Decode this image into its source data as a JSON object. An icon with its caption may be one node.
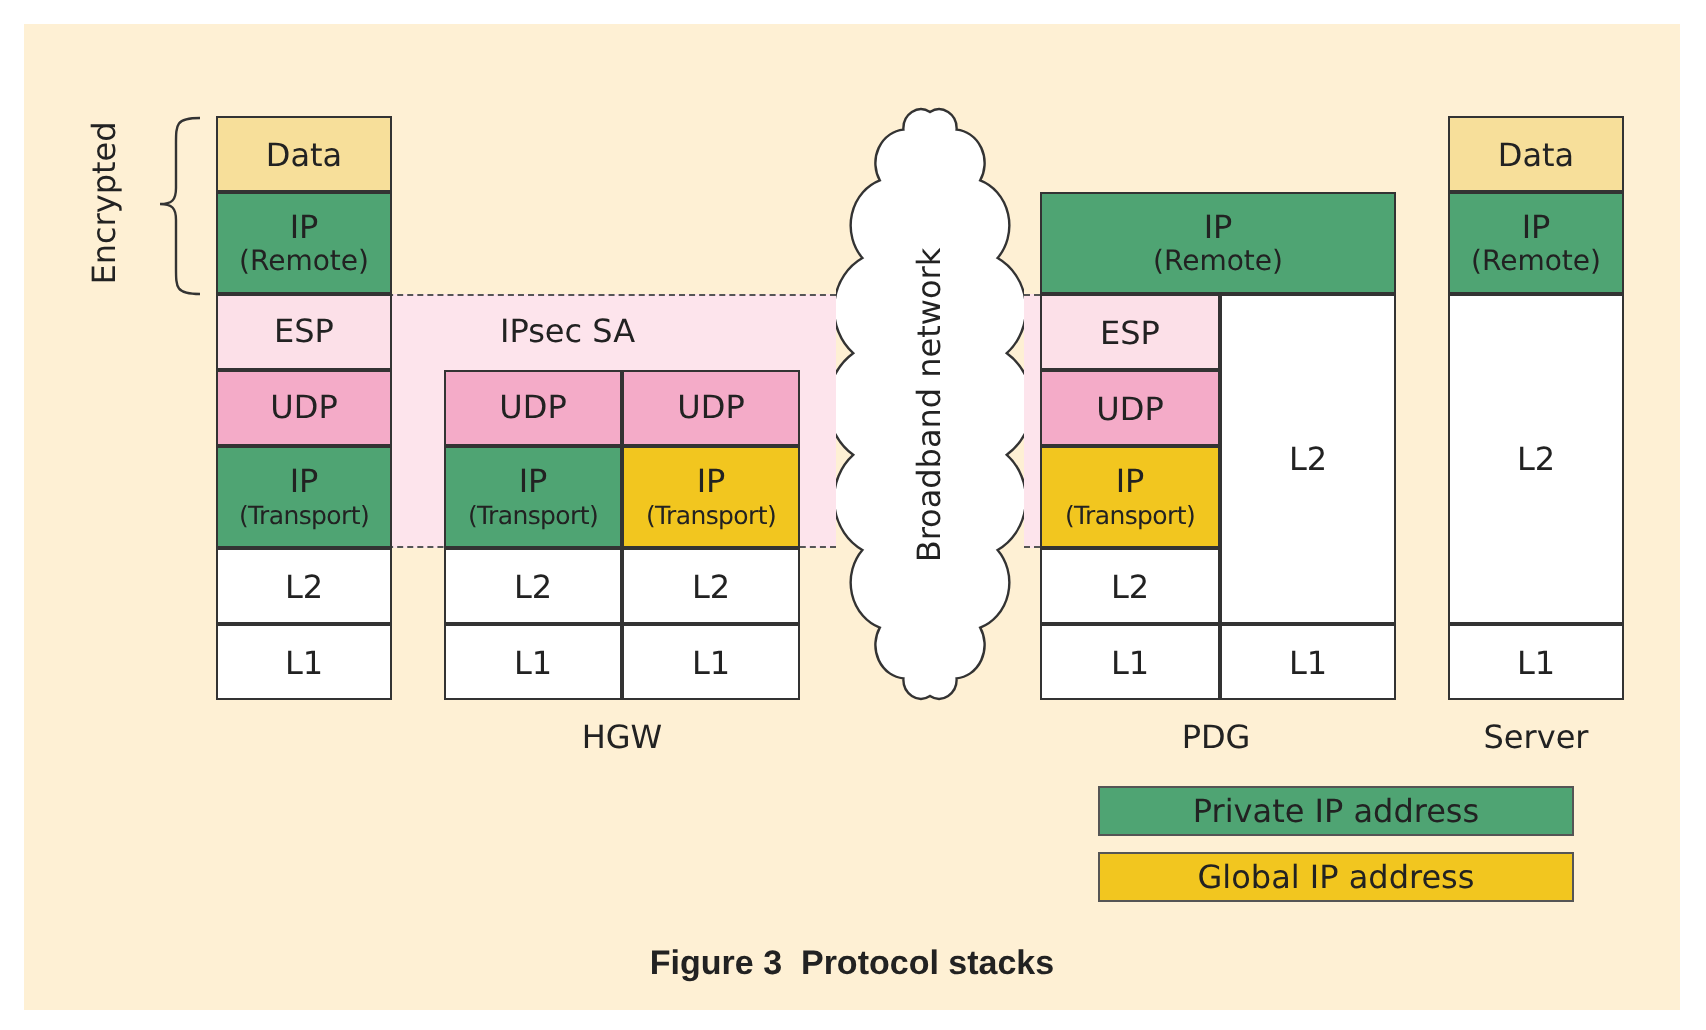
{
  "diagram": {
    "caption": "Figure 3  Protocol stacks",
    "nodes": [
      {
        "text": [
          "Data"
        ]
      },
      {
        "text": [
          "IP",
          "(Remote)"
        ]
      },
      {
        "text": [
          "IPsec SA"
        ]
      },
      {
        "text": [
          "ESP"
        ],
        "in": 2
      },
      {
        "text": [
          "UDP"
        ],
        "in": 2
      },
      {
        "text": [
          "IP",
          "(Transport)"
        ],
        "in": 2
      },
      {
        "text": [
          "L2"
        ]
      },
      {
        "text": [
          "L1"
        ]
      },
      {
        "text": [
          "UDP"
        ],
        "in": 2
      },
      {
        "text": [
          "UDP"
        ],
        "in": 2
      },
      {
        "text": [
          "IP",
          "(Transport)"
        ],
        "in": 2
      },
      {
        "text": [
          "IP",
          "(Transport)"
        ],
        "in": 2
      },
      {
        "text": [
          "L2"
        ]
      },
      {
        "text": [
          "L2"
        ]
      },
      {
        "text": [
          "L1"
        ]
      },
      {
        "text": [
          "L1"
        ]
      },
      {
        "text": [
          "Broadband network"
        ]
      },
      {
        "text": [
          "IP",
          "(Remote)"
        ]
      },
      {
        "text": [
          "ESP"
        ]
      },
      {
        "text": [
          "UDP"
        ]
      },
      {
        "text": [
          "L2"
        ]
      },
      {
        "text": [
          "IP",
          "(Transport)"
        ]
      },
      {
        "text": [
          "L2"
        ]
      },
      {
        "text": [
          "L1"
        ]
      },
      {
        "text": [
          "L1"
        ]
      },
      {
        "text": [
          "Data"
        ]
      },
      {
        "text": [
          "IP",
          "(Remote)"
        ]
      },
      {
        "text": [
          "L2"
        ]
      },
      {
        "text": [
          "L1"
        ]
      }
    ],
    "edges": [],
    "labels": [
      "Encrypted",
      "HGW",
      "PDG",
      "Server"
    ],
    "legend": [
      {
        "text": "Private IP address",
        "color": "#4fa473"
      },
      {
        "text": "Global IP address",
        "color": "#f2c61f"
      }
    ]
  }
}
